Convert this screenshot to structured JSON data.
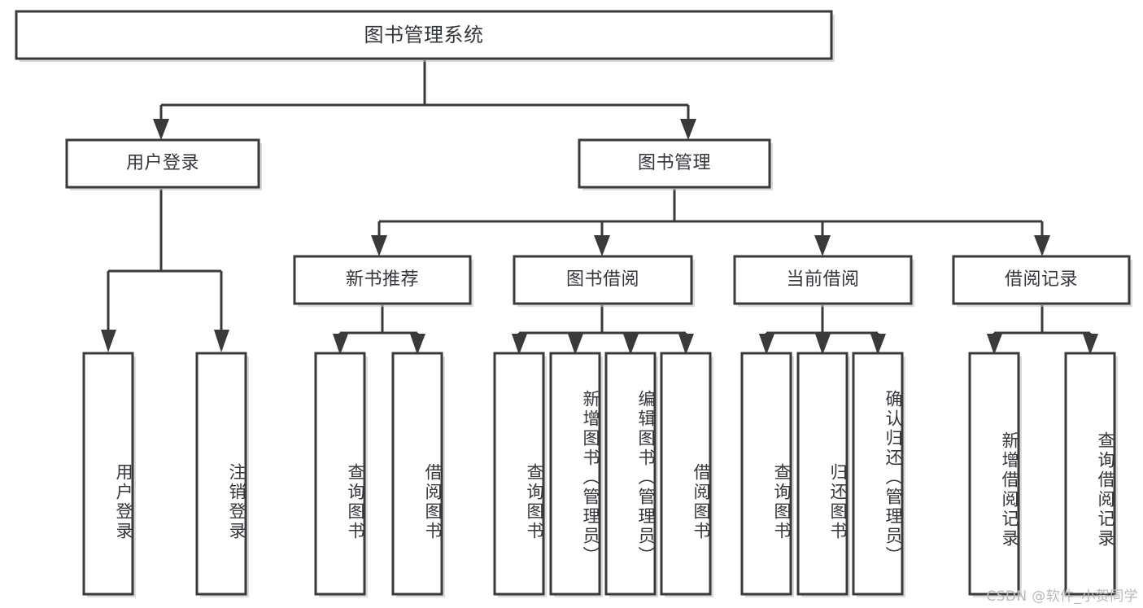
{
  "diagram": {
    "type": "tree-hierarchy-chart",
    "title_text": "图书管理系统",
    "watermark": "CSDN @软件_小贺同学",
    "colors": {
      "box_stroke": "#3a3a3a",
      "box_fill": "#ffffff",
      "text": "#33363b",
      "background": "#ffffff",
      "watermark": "#b9b9b9"
    },
    "levels": {
      "level1": [
        {
          "id": "root",
          "label": "图书管理系统",
          "orientation": "horizontal"
        }
      ],
      "level2": [
        {
          "id": "user-login",
          "label": "用户登录",
          "orientation": "horizontal"
        },
        {
          "id": "book-manage",
          "label": "图书管理",
          "orientation": "horizontal"
        }
      ],
      "level3": [
        {
          "id": "new-book-rec",
          "label": "新书推荐",
          "orientation": "horizontal"
        },
        {
          "id": "book-borrow",
          "label": "图书借阅",
          "orientation": "horizontal"
        },
        {
          "id": "current-borrow",
          "label": "当前借阅",
          "orientation": "horizontal"
        },
        {
          "id": "borrow-record",
          "label": "借阅记录",
          "orientation": "horizontal"
        }
      ],
      "level4": [
        {
          "id": "leaf-user-login",
          "label": "用户登录",
          "parent": "user-login",
          "orientation": "vertical"
        },
        {
          "id": "leaf-logout",
          "label": "注销登录",
          "parent": "user-login",
          "orientation": "vertical"
        },
        {
          "id": "leaf-query-book-1",
          "label": "查询图书",
          "parent": "new-book-rec",
          "orientation": "vertical"
        },
        {
          "id": "leaf-borrow-book-1",
          "label": "借阅图书",
          "parent": "new-book-rec",
          "orientation": "vertical"
        },
        {
          "id": "leaf-query-book-2",
          "label": "查询图书",
          "parent": "book-borrow",
          "orientation": "vertical"
        },
        {
          "id": "leaf-add-book",
          "label": "新增图书（管理员）",
          "parent": "book-borrow",
          "orientation": "vertical"
        },
        {
          "id": "leaf-edit-book",
          "label": "编辑图书（管理员）",
          "parent": "book-borrow",
          "orientation": "vertical"
        },
        {
          "id": "leaf-borrow-book-2",
          "label": "借阅图书",
          "parent": "book-borrow",
          "orientation": "vertical"
        },
        {
          "id": "leaf-query-book-3",
          "label": "查询图书",
          "parent": "current-borrow",
          "orientation": "vertical"
        },
        {
          "id": "leaf-return-book",
          "label": "归还图书",
          "parent": "current-borrow",
          "orientation": "vertical"
        },
        {
          "id": "leaf-confirm-return",
          "label": "确认归还（管理员）",
          "parent": "current-borrow",
          "orientation": "vertical"
        },
        {
          "id": "leaf-add-record",
          "label": "新增借阅记录",
          "parent": "borrow-record",
          "orientation": "vertical"
        },
        {
          "id": "leaf-query-record",
          "label": "查询借阅记录",
          "parent": "borrow-record",
          "orientation": "vertical"
        }
      ]
    },
    "edges": [
      {
        "from": "root",
        "to": "user-login"
      },
      {
        "from": "root",
        "to": "book-manage"
      },
      {
        "from": "user-login",
        "to": "leaf-user-login"
      },
      {
        "from": "user-login",
        "to": "leaf-logout"
      },
      {
        "from": "book-manage",
        "to": "new-book-rec"
      },
      {
        "from": "book-manage",
        "to": "book-borrow"
      },
      {
        "from": "book-manage",
        "to": "current-borrow"
      },
      {
        "from": "book-manage",
        "to": "borrow-record"
      },
      {
        "from": "new-book-rec",
        "to": "leaf-query-book-1"
      },
      {
        "from": "new-book-rec",
        "to": "leaf-borrow-book-1"
      },
      {
        "from": "book-borrow",
        "to": "leaf-query-book-2"
      },
      {
        "from": "book-borrow",
        "to": "leaf-add-book"
      },
      {
        "from": "book-borrow",
        "to": "leaf-edit-book"
      },
      {
        "from": "book-borrow",
        "to": "leaf-borrow-book-2"
      },
      {
        "from": "current-borrow",
        "to": "leaf-query-book-3"
      },
      {
        "from": "current-borrow",
        "to": "leaf-return-book"
      },
      {
        "from": "current-borrow",
        "to": "leaf-confirm-return"
      },
      {
        "from": "borrow-record",
        "to": "leaf-add-record"
      },
      {
        "from": "borrow-record",
        "to": "leaf-query-record"
      }
    ]
  }
}
